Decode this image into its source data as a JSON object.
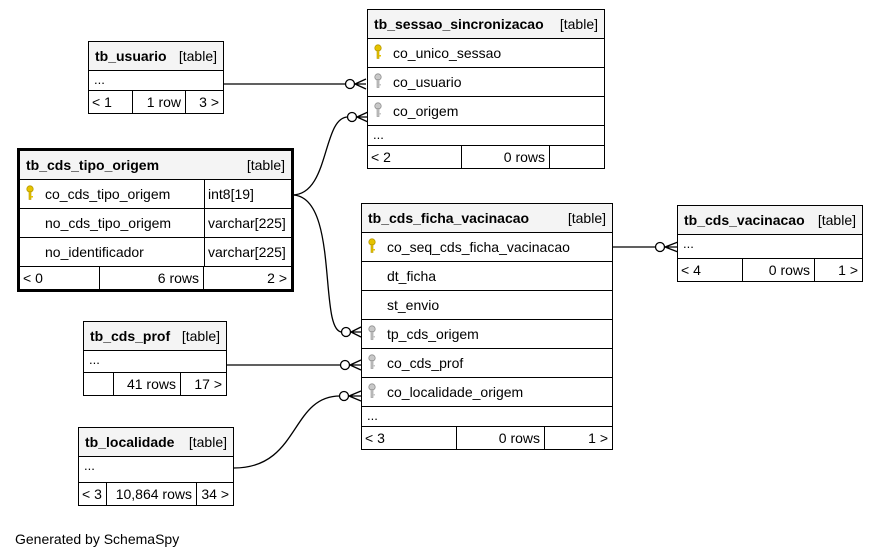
{
  "footer": "Generated by SchemaSpy",
  "icons": {
    "pk": "key-gold-icon",
    "fk": "key-gray-icon"
  },
  "colors": {
    "pk_key": "#e6c300",
    "fk_key": "#a8a8a8",
    "header_bg": "#f4f4f4"
  },
  "tables": {
    "tb_usuario": {
      "name": "tb_usuario",
      "kind": "[table]",
      "more": "...",
      "prev": "< 1",
      "rows": "1 row",
      "next": "3 >"
    },
    "tb_sessao": {
      "name": "tb_sessao_sincronizacao",
      "kind": "[table]",
      "columns": [
        "co_unico_sessao",
        "co_usuario",
        "co_origem"
      ],
      "more": "...",
      "prev": "< 2",
      "rows": "0 rows",
      "next": ""
    },
    "tb_tipo": {
      "name": "tb_cds_tipo_origem",
      "kind": "[table]",
      "columns": [
        {
          "name": "co_cds_tipo_origem",
          "type": "int8[19]"
        },
        {
          "name": "no_cds_tipo_origem",
          "type": "varchar[225]"
        },
        {
          "name": "no_identificador",
          "type": "varchar[225]"
        }
      ],
      "prev": "< 0",
      "rows": "6 rows",
      "next": "2 >"
    },
    "tb_ficha": {
      "name": "tb_cds_ficha_vacinacao",
      "kind": "[table]",
      "columns": [
        "co_seq_cds_ficha_vacinacao",
        "dt_ficha",
        "st_envio",
        "tp_cds_origem",
        "co_cds_prof",
        "co_localidade_origem"
      ],
      "more": "...",
      "prev": "< 3",
      "rows": "0 rows",
      "next": "1 >"
    },
    "tb_vacinacao": {
      "name": "tb_cds_vacinacao",
      "kind": "[table]",
      "more": "...",
      "prev": "< 4",
      "rows": "0 rows",
      "next": "1 >"
    },
    "tb_prof": {
      "name": "tb_cds_prof",
      "kind": "[table]",
      "more": "...",
      "prev": "",
      "rows": "41 rows",
      "next": "17 >"
    },
    "tb_localidade": {
      "name": "tb_localidade",
      "kind": "[table]",
      "more": "...",
      "prev": "< 3",
      "rows": "10,864 rows",
      "next": "34 >"
    }
  }
}
